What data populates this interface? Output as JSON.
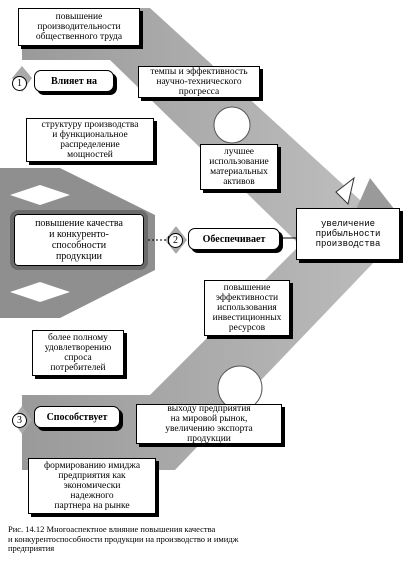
{
  "boxes": {
    "productivity": "повышение\nпроизводительности\nобщественного труда",
    "tempo": "темпы и эффективность\nнаучно-технического\nпрогресса",
    "structure": "структуру производства\nи функциональное\nраспределение\nмощностей",
    "assets": "лучшее\nиспользование\nматериальных\nактивов",
    "investment": "повышение\nэффективности\nиспользования\nинвестиционных\nресурсов",
    "demand": "более полному\nудовлетворению\nспроса\nпотребителей",
    "market": "выходу предприятия\nна мировой рынок,\nувеличению экспорта\nпродукции",
    "image": "формированию имиджа\nпредприятия как\nэкономически\nнадежного\nпартнера на рынке"
  },
  "central": "повышение качества\nи конкуренто-\nспособности\nпродукции",
  "result": "увеличение\nприбыльности\nпроизводства",
  "labels": {
    "influences": "Влияет на",
    "ensures": "Обеспечивает",
    "promotes": "Способствует"
  },
  "numbers": [
    "1",
    "2",
    "3"
  ],
  "caption": "Рис. 14.12 Многоаспектное влияние повышения качества\n              и конкурентоспособности продукции на производство и имидж\n              предприятия"
}
